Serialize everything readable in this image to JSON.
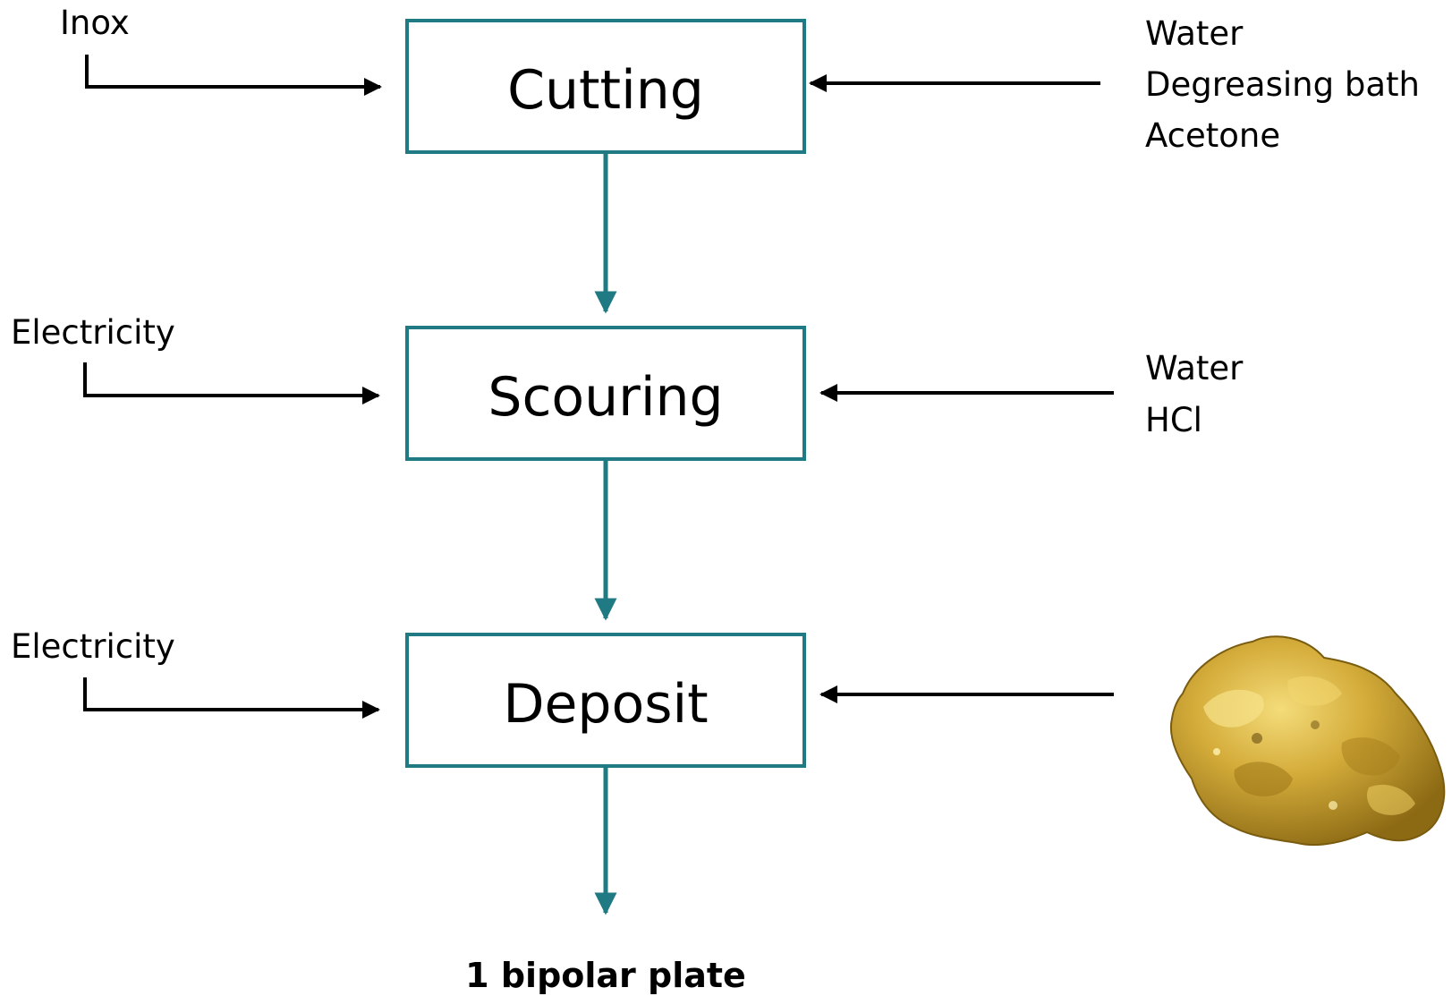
{
  "diagram": {
    "steps": [
      {
        "label": "Cutting",
        "left_input": "Inox",
        "right_inputs": [
          "Water",
          "Degreasing bath",
          "Acetone"
        ]
      },
      {
        "label": "Scouring",
        "left_input": "Electricity",
        "right_inputs": [
          "Water",
          "HCl"
        ]
      },
      {
        "label": "Deposit",
        "left_input": "Electricity",
        "right_inputs": []
      }
    ],
    "output": "1 bipolar plate",
    "deposit_material_icon": "gold-nugget-icon",
    "colors": {
      "box_stroke": "#1f7a84",
      "flow_arrow": "#1f7a84",
      "input_arrow": "#000000",
      "gold": "#c9a227"
    }
  }
}
